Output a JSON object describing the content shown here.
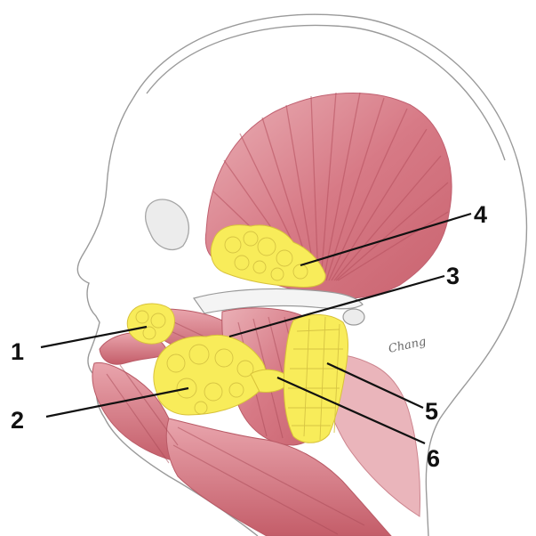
{
  "figure": {
    "signature": "Chang",
    "labels": [
      {
        "id": "1",
        "text": "1"
      },
      {
        "id": "2",
        "text": "2"
      },
      {
        "id": "3",
        "text": "3"
      },
      {
        "id": "4",
        "text": "4"
      },
      {
        "id": "5",
        "text": "5"
      },
      {
        "id": "6",
        "text": "6"
      }
    ],
    "colors": {
      "muscle": "#d77a86",
      "muscle_light": "#eab0b6",
      "fat": "#f8ec5a",
      "outline": "#9a9a9a",
      "label": "#111111"
    }
  }
}
